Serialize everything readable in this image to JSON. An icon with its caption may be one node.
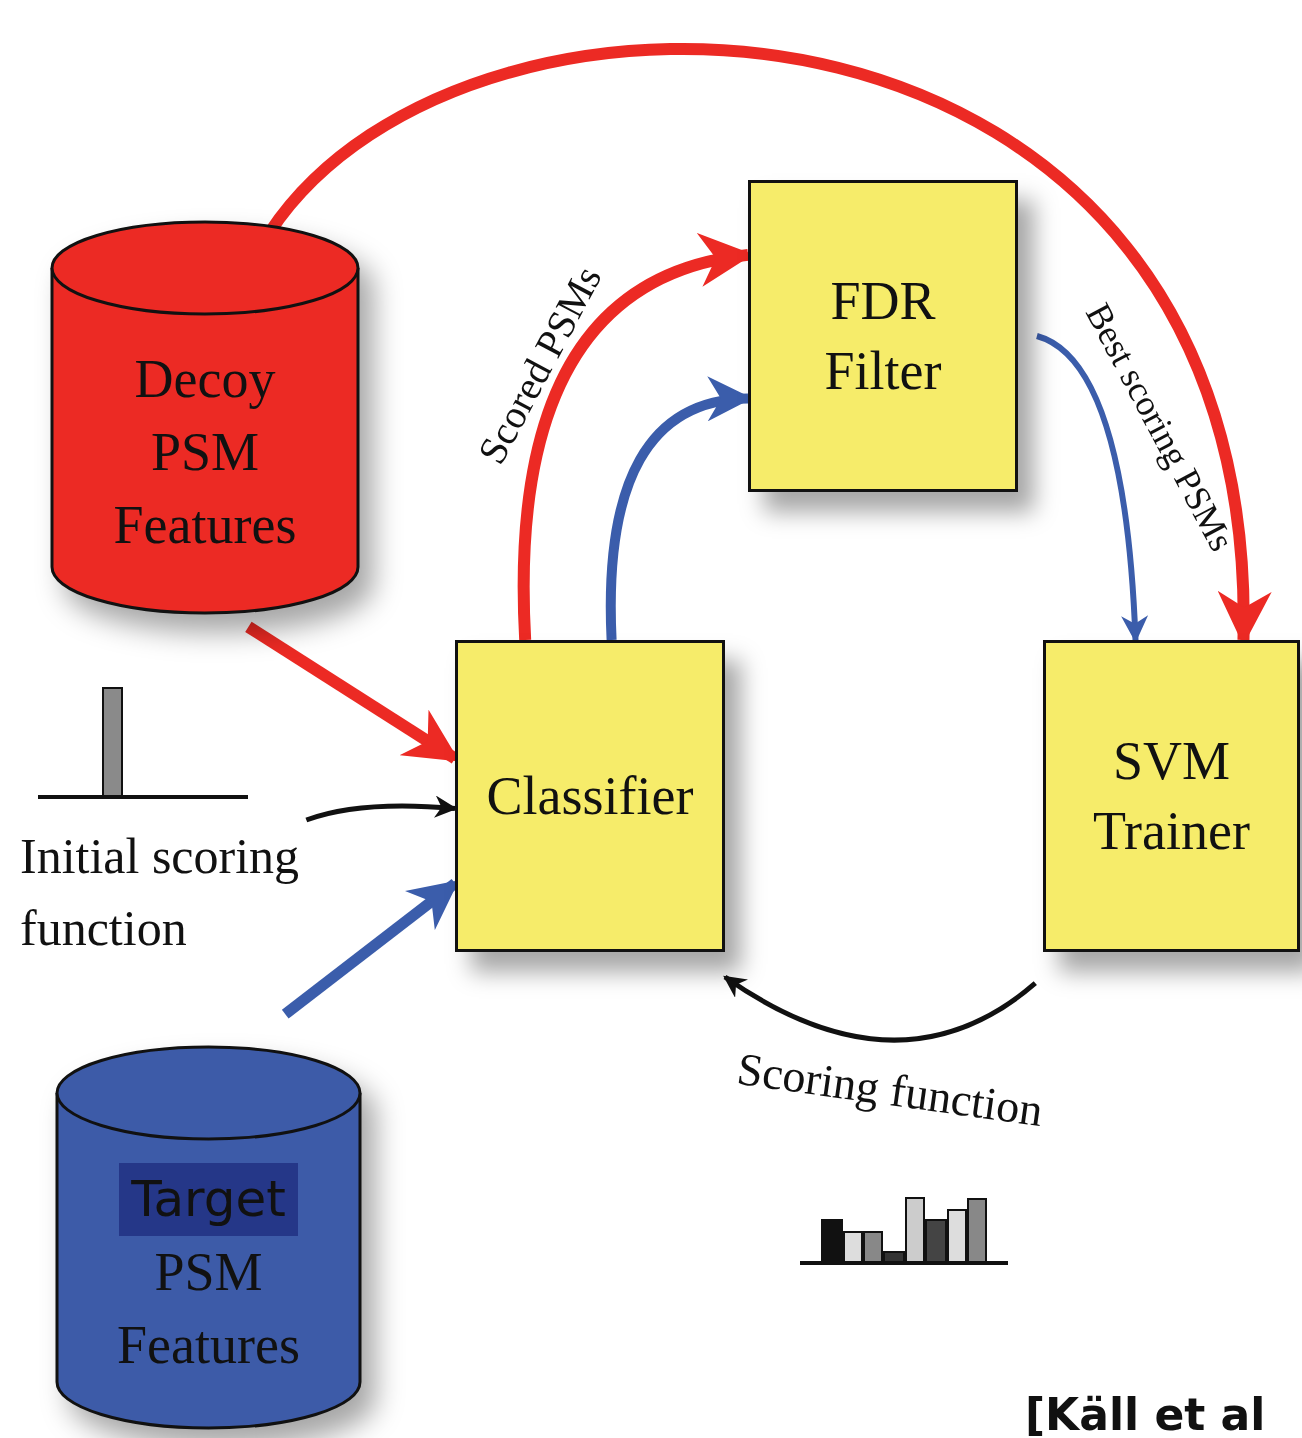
{
  "diagram": {
    "nodes": [
      {
        "text": [
          "Decoy PSM Features"
        ]
      },
      {
        "text": [
          "FDR Filter"
        ]
      },
      {
        "text": [
          "Classifier"
        ]
      },
      {
        "text": [
          "SVM Trainer"
        ]
      },
      {
        "text": [
          "Initial scoring function"
        ]
      },
      {
        "text": [
          "Target",
          "PSM Features"
        ]
      }
    ],
    "edges": [
      {
        "from": 0,
        "to": 3,
        "arrow": "to",
        "color": "#ec2a24"
      },
      {
        "from": 0,
        "to": 2,
        "arrow": "to",
        "color": "#ec2a24"
      },
      {
        "from": 4,
        "to": 2,
        "arrow": "to",
        "color": "#111111"
      },
      {
        "from": 5,
        "to": 2,
        "arrow": "to",
        "color": "#3b5dab"
      },
      {
        "from": 2,
        "to": 1,
        "arrow": "to",
        "label": "Scored PSMs",
        "color": "#ec2a24"
      },
      {
        "from": 2,
        "to": 1,
        "arrow": "to",
        "color": "#3b5dab"
      },
      {
        "from": 1,
        "to": 3,
        "arrow": "to",
        "label": "Best scoring PSMs",
        "color": "#3b5dab"
      },
      {
        "from": 3,
        "to": 2,
        "arrow": "to",
        "label": "Scoring function",
        "color": "#111111"
      }
    ],
    "labels": [
      "[Käll et al"
    ]
  }
}
